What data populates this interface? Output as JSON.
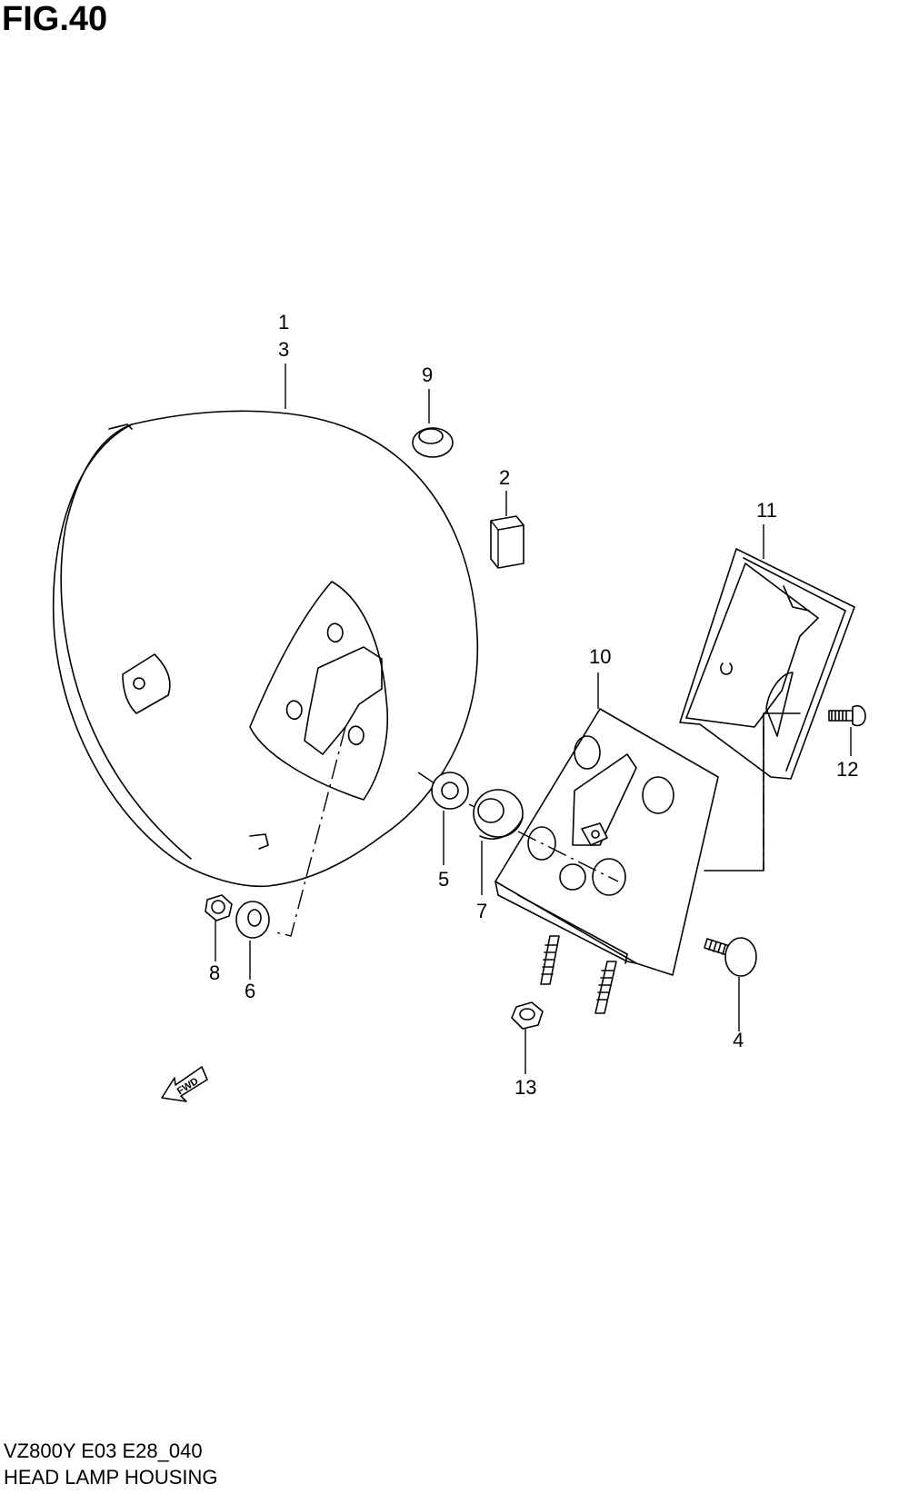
{
  "figure": {
    "title": "FIG.40"
  },
  "parts": [
    {
      "id": "part-1",
      "number": "1"
    },
    {
      "id": "part-3",
      "number": "3"
    },
    {
      "id": "part-9",
      "number": "9"
    },
    {
      "id": "part-2",
      "number": "2"
    },
    {
      "id": "part-11",
      "number": "11"
    },
    {
      "id": "part-10",
      "number": "10"
    },
    {
      "id": "part-12",
      "number": "12"
    },
    {
      "id": "part-5",
      "number": "5"
    },
    {
      "id": "part-7",
      "number": "7"
    },
    {
      "id": "part-8",
      "number": "8"
    },
    {
      "id": "part-6",
      "number": "6"
    },
    {
      "id": "part-4",
      "number": "4"
    },
    {
      "id": "part-13",
      "number": "13"
    }
  ],
  "direction_arrow": {
    "label": "FWD"
  },
  "footer": {
    "model_code": "VZ800Y E03 E28_040",
    "diagram_name": "HEAD LAMP HOUSING"
  }
}
